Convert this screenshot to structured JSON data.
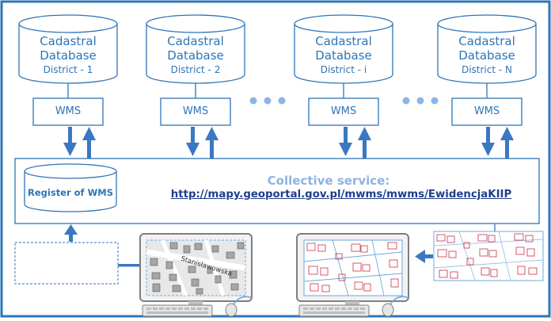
{
  "databases": [
    {
      "line1": "Cadastral",
      "line2": "Database",
      "district": "District - 1"
    },
    {
      "line1": "Cadastral",
      "line2": "Database",
      "district": "District - 2"
    },
    {
      "line1": "Cadastral",
      "line2": "Database",
      "district": "District - i"
    },
    {
      "line1": "Cadastral",
      "line2": "Database",
      "district": "District - N"
    }
  ],
  "wms_boxes": [
    "WMS",
    "WMS",
    "WMS",
    "WMS"
  ],
  "register": {
    "label": "Register of WMS"
  },
  "collective": {
    "title": "Collective service:",
    "url": "http://mapy.geoportal.gov.pl/mwms/mwms/EwidencjaKIIP"
  },
  "map": {
    "street_label": "Stanisławowska"
  },
  "colors": {
    "border": "#2E75B6",
    "arrow": "#3A78C2",
    "text_blue": "#2E75B6",
    "title_light": "#8DB4E2",
    "url": "#1F3E8C",
    "parcel_red": "#D0485A",
    "map_blue": "#6FA8DC"
  }
}
